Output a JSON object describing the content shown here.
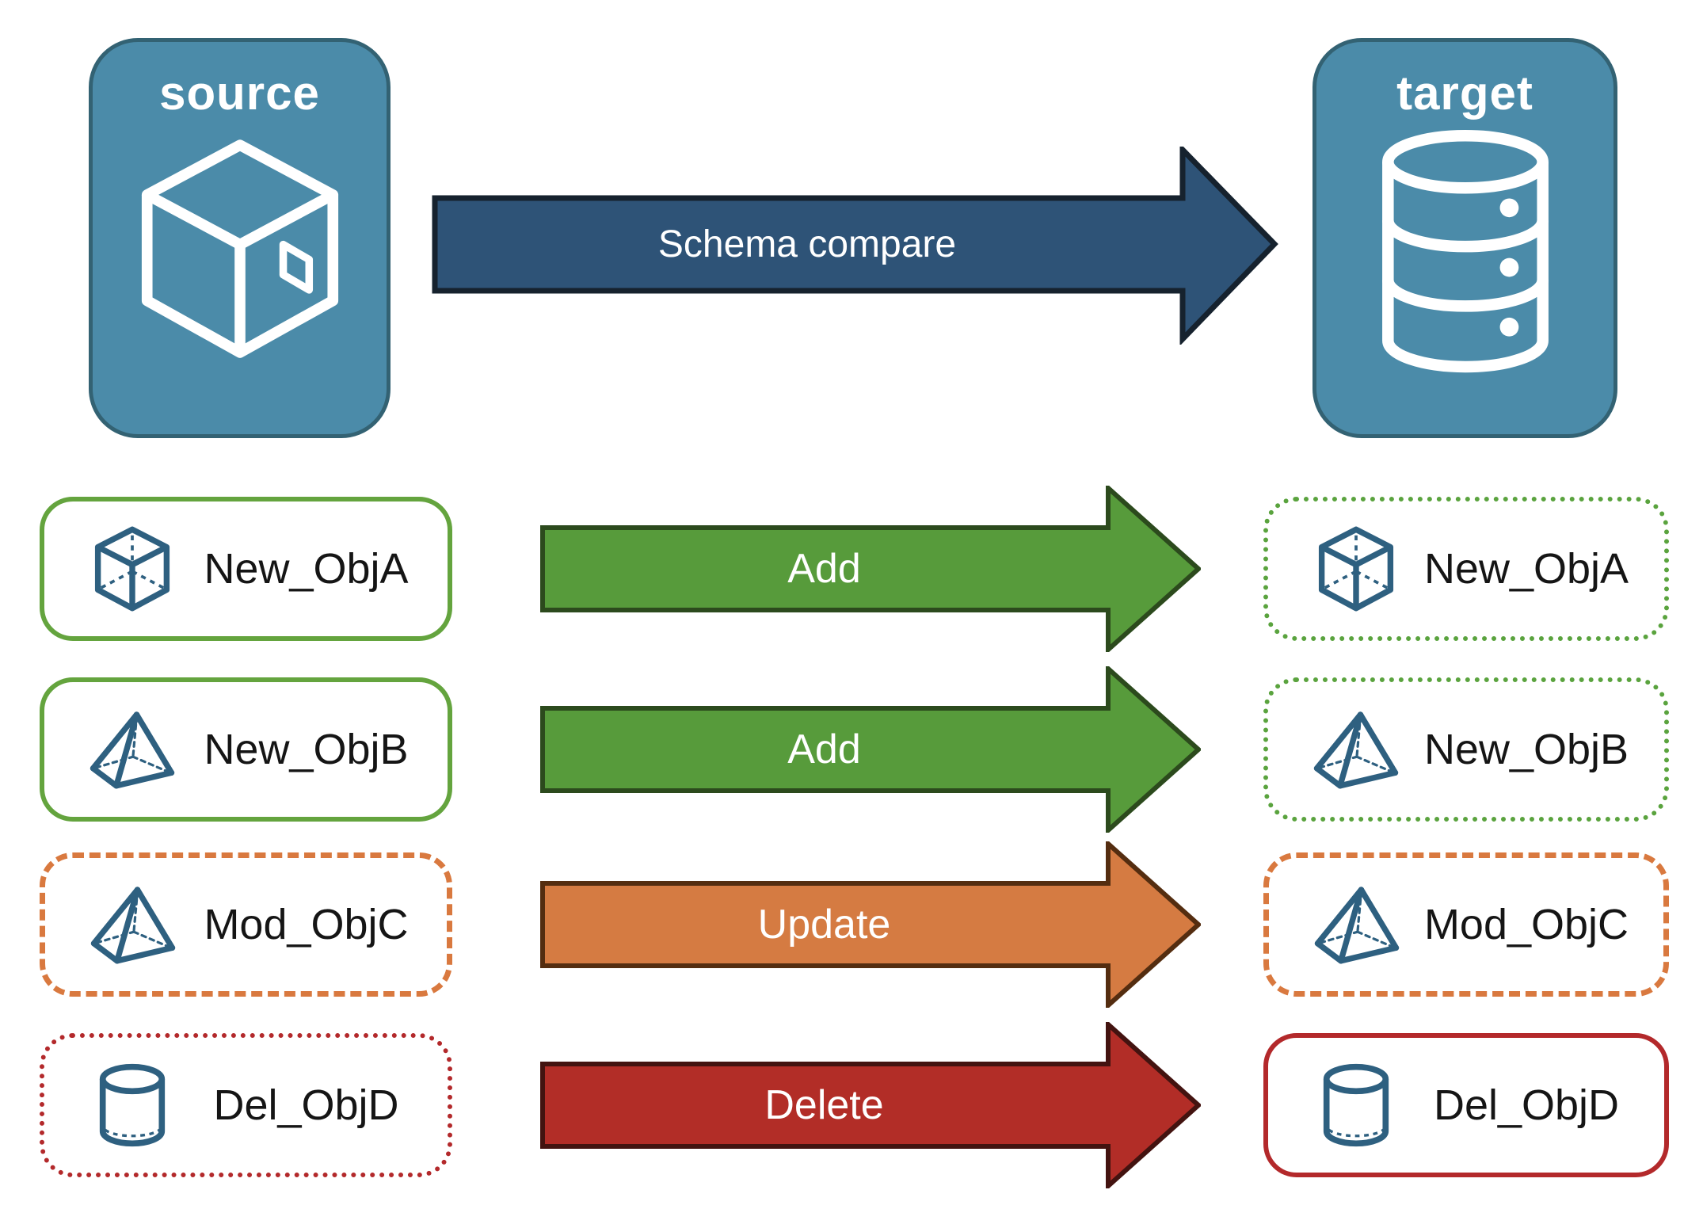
{
  "source_badge": {
    "label": "source",
    "icon": "package-3d-icon"
  },
  "target_badge": {
    "label": "target",
    "icon": "database-icon"
  },
  "schema_arrow": {
    "label": "Schema compare"
  },
  "rows": [
    {
      "source": {
        "label": "New_ObjA",
        "icon": "cube-icon",
        "border_style": "green-solid"
      },
      "arrow": {
        "label": "Add",
        "status": "added"
      },
      "target": {
        "label": "New_ObjA",
        "icon": "cube-icon",
        "border_style": "green-dotted"
      }
    },
    {
      "source": {
        "label": "New_ObjB",
        "icon": "pyramid-icon",
        "border_style": "green-solid"
      },
      "arrow": {
        "label": "Add",
        "status": "added"
      },
      "target": {
        "label": "New_ObjB",
        "icon": "pyramid-icon",
        "border_style": "green-dotted"
      }
    },
    {
      "source": {
        "label": "Mod_ObjC",
        "icon": "pyramid-icon",
        "border_style": "orange-dashed"
      },
      "arrow": {
        "label": "Update",
        "status": "modified"
      },
      "target": {
        "label": "Mod_ObjC",
        "icon": "pyramid-icon",
        "border_style": "orange-dashed"
      }
    },
    {
      "source": {
        "label": "Del_ObjD",
        "icon": "cylinder-icon",
        "border_style": "red-dotted"
      },
      "arrow": {
        "label": "Delete",
        "status": "deleted"
      },
      "target": {
        "label": "Del_ObjD",
        "icon": "cylinder-icon",
        "border_style": "red-solid"
      }
    }
  ],
  "colors": {
    "badge_fill": "#4B8BA9",
    "badge_border": "#336273",
    "schema_arrow_fill": "#2E5377",
    "schema_arrow_border": "#16222E",
    "add_arrow": "#579B3B",
    "update_arrow": "#D57B42",
    "delete_arrow": "#B22D27",
    "green_border": "#64A43E",
    "orange_border": "#D9793F",
    "red_border": "#B3292B",
    "object_icon_color": "#2E6080",
    "label_text": "#151515",
    "arrow_text": "#FFFFFF"
  }
}
